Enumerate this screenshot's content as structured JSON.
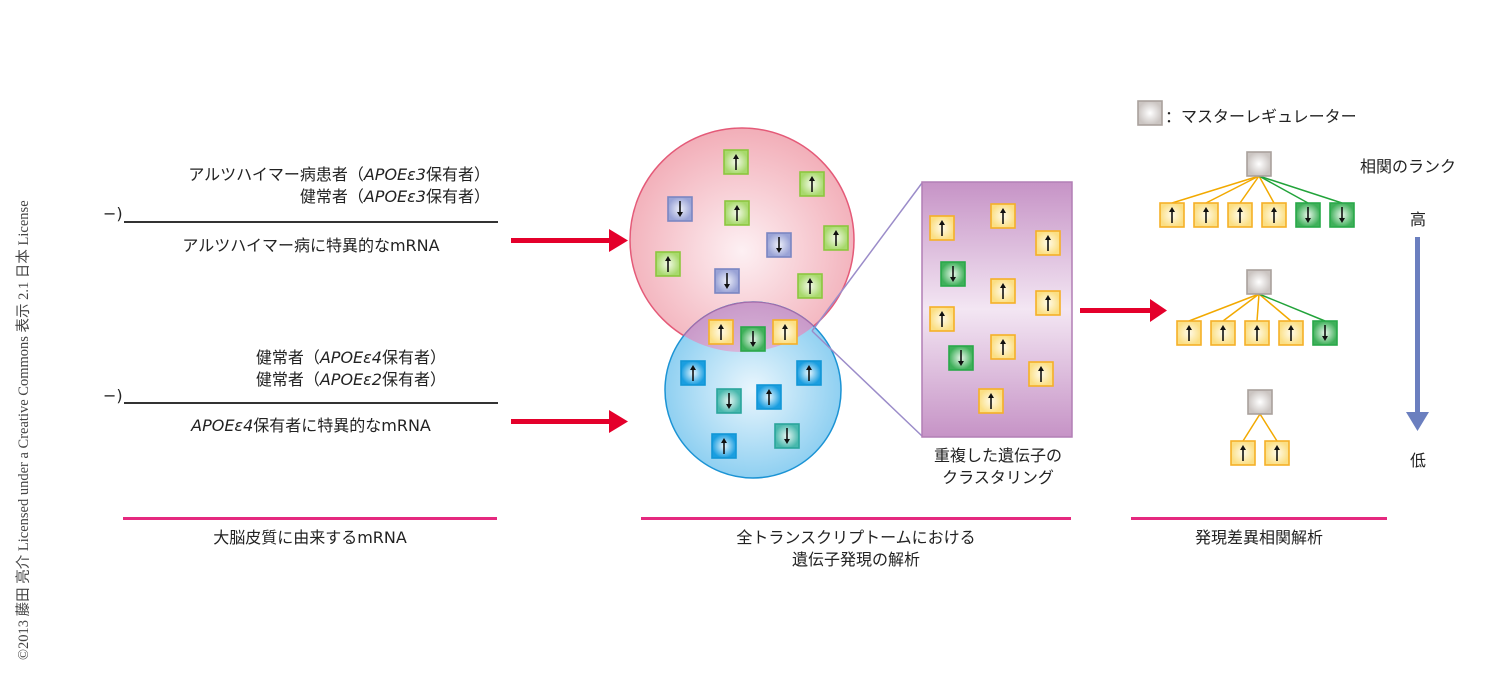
{
  "credit": "©2013 藤田 亮介 Licensed under a Creative Commons 表示 2.1 日本 License",
  "left": {
    "eq1": {
      "line1_prefix": "アルツハイマー病患者（",
      "line1_gene": "APOEε3",
      "line1_suffix": "保有者）",
      "line2_prefix": "健常者（",
      "line2_gene": "APOEε3",
      "line2_suffix": "保有者）",
      "operator": "−)",
      "result": "アルツハイマー病に特異的なmRNA"
    },
    "eq2": {
      "line1_prefix": "健常者（",
      "line1_gene": "APOEε4",
      "line1_suffix": "保有者）",
      "line2_prefix": "健常者（",
      "line2_gene": "APOEε2",
      "line2_suffix": "保有者）",
      "operator": "−)",
      "result_gene": "APOEε4",
      "result_suffix": "保有者に特異的なmRNA"
    }
  },
  "colors": {
    "arrow": "#e4002b",
    "pink_bar": "#e5297f",
    "rank_arrow": "#6b7fbf",
    "up_yellow": "#f5b027",
    "up_green_light": "#8cc63f",
    "down_blue": "#7b86c2",
    "up_cyan": "#1296d6",
    "down_teal": "#2aa59c",
    "down_green": "#2aa84a",
    "master_gray": "#aaa19d",
    "edge_yellow": "#f2a900",
    "edge_green": "#22a33a"
  },
  "venn": {
    "alz_genes": [
      "up",
      "up",
      "down",
      "up",
      "up",
      "down",
      "up",
      "down",
      "up"
    ],
    "apoe_genes": [
      "up",
      "down",
      "up",
      "up",
      "up",
      "down"
    ],
    "overlap_genes": [
      "up",
      "down",
      "up"
    ]
  },
  "cluster": {
    "genes": [
      "up",
      "up",
      "up",
      "down",
      "up",
      "up",
      "up",
      "down",
      "up",
      "up",
      "up"
    ],
    "caption_line1": "重複した遺伝子の",
    "caption_line2": "クラスタリング"
  },
  "network": {
    "legend_label": "：マスターレギュレーター",
    "rank_title": "相関のランク",
    "rank_high": "高",
    "rank_low": "低",
    "trees": [
      {
        "children": [
          "up",
          "up",
          "up",
          "up",
          "down",
          "down"
        ]
      },
      {
        "children": [
          "up",
          "up",
          "up",
          "up",
          "down"
        ]
      },
      {
        "children": [
          "up",
          "up"
        ]
      }
    ]
  },
  "sections": [
    {
      "label": "大脳皮質に由来するmRNA"
    },
    {
      "label_line1": "全トランスクリプトームにおける",
      "label_line2": "遺伝子発現の解析"
    },
    {
      "label": "発現差異相関解析"
    }
  ]
}
